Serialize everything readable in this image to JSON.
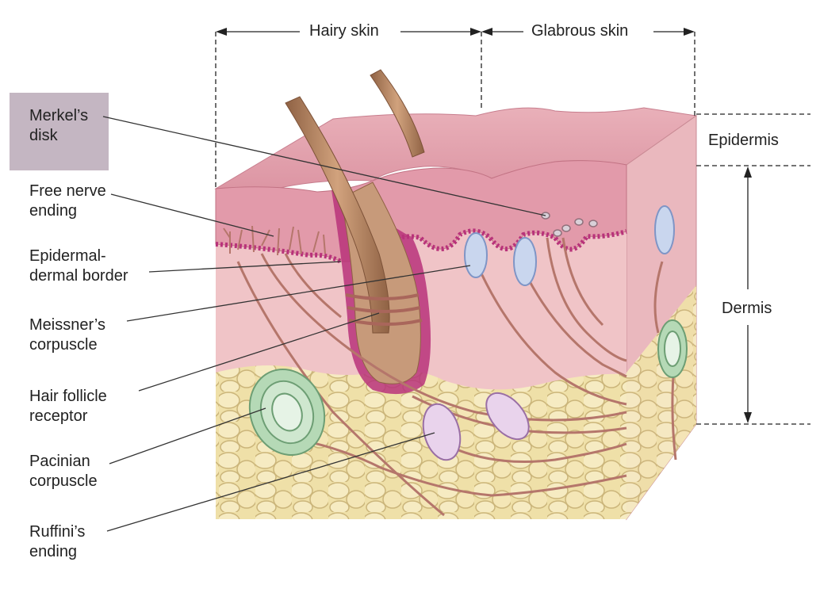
{
  "top": {
    "hairy": "Hairy skin",
    "glabrous": "Glabrous skin"
  },
  "right": {
    "epidermis": "Epidermis",
    "dermis": "Dermis"
  },
  "labels": {
    "merkel": "Merkel’s\ndisk",
    "free_nerve": "Free nerve\nending",
    "epi_border": "Epidermal-\ndermal border",
    "meissner": "Meissner’s\ncorpuscle",
    "hair_follicle": "Hair follicle\nreceptor",
    "pacinian": "Pacinian\ncorpuscle",
    "ruffini": "Ruffini’s\nending"
  },
  "colors": {
    "epidermis": "#e7a9b6",
    "dermis": "#f0c4c7",
    "fat": "#efe0a8",
    "hair": "#b78766",
    "nerve": "#b5766b",
    "pacinian": "#b5d9b6",
    "highlight_box": "#c4b6c2"
  }
}
